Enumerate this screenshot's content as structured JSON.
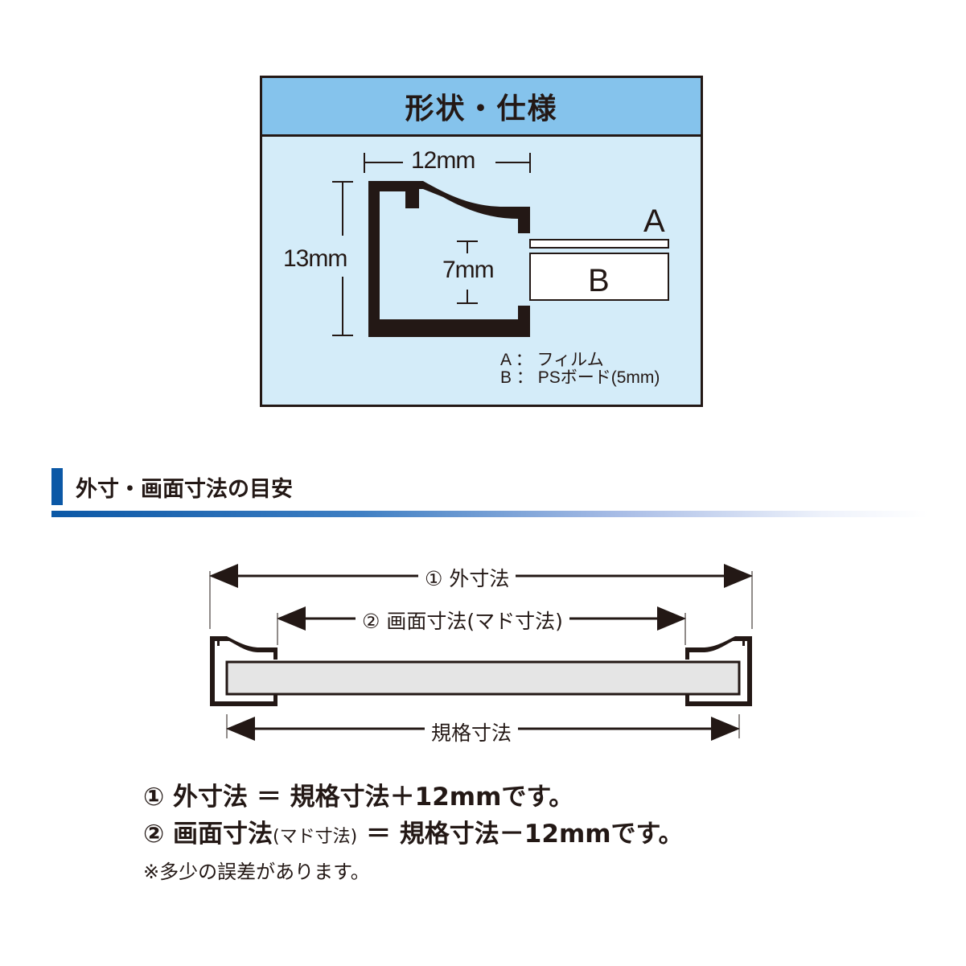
{
  "spec_panel": {
    "title": "形状・仕様",
    "dimensions": {
      "width": "12mm",
      "height": "13mm",
      "inner_depth": "7mm"
    },
    "layer_labels": {
      "a": "A",
      "b": "B"
    },
    "legend": [
      {
        "key": "A",
        "sep": "：",
        "text": "フィルム"
      },
      {
        "key": "B",
        "sep": "：",
        "text": "PSボード(5mm)"
      }
    ],
    "colors": {
      "header": "#85c3ec",
      "body": "#d4ecf9",
      "frame": "#231815"
    }
  },
  "section": {
    "title": "外寸・画面寸法の目安",
    "accent_color": "#0b58a6"
  },
  "cross_section": {
    "outer_label": "① 外寸法",
    "window_label": "② 画面寸法(マド寸法)",
    "standard_label": "規格寸法"
  },
  "notes": {
    "line1": {
      "marker": "①",
      "term": "外寸法",
      "eq": "＝",
      "rhs": "規格寸法＋12mmです。"
    },
    "line2": {
      "marker": "②",
      "term": "画面寸法",
      "paren": "(マド寸法)",
      "eq": "＝",
      "rhs": "規格寸法－12mmです。"
    },
    "footnote": "※多少の誤差があります。"
  }
}
